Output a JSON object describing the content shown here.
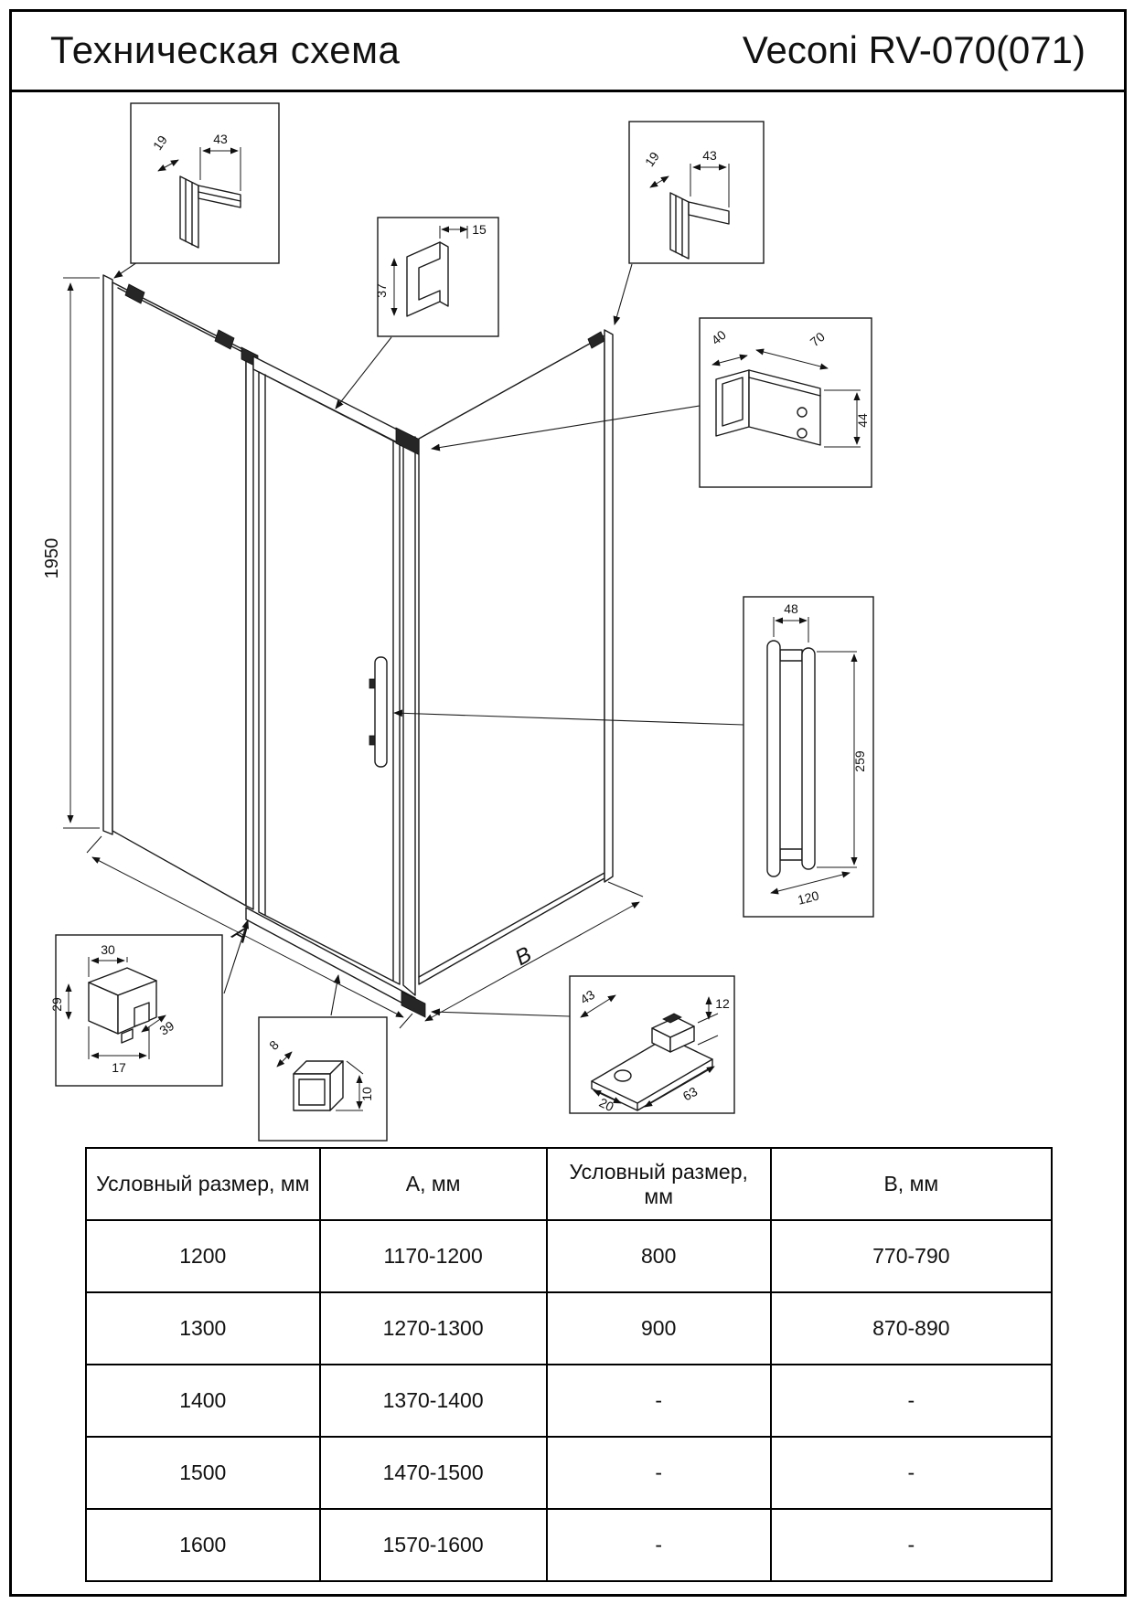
{
  "header": {
    "title": "Техническая схема",
    "model": "Veconi RV-070(071)"
  },
  "colors": {
    "ink": "#1a1a1a",
    "background": "#ffffff"
  },
  "drawing": {
    "overall_height": "1950",
    "width_label_a": "A",
    "depth_label_b": "B",
    "details": {
      "wall_profile_left": {
        "label": "wall profile left",
        "dims": [
          "19",
          "43"
        ]
      },
      "top_bar_profile": {
        "label": "top bar profile",
        "dims": [
          "15",
          "37"
        ]
      },
      "wall_profile_right": {
        "label": "wall profile right",
        "dims": [
          "19",
          "43"
        ]
      },
      "corner_bracket": {
        "label": "corner bracket",
        "dims": [
          "40",
          "70",
          "44"
        ]
      },
      "handle": {
        "label": "door handle",
        "dims": [
          "48",
          "259",
          "120"
        ]
      },
      "corner_block": {
        "label": "corner block",
        "dims": [
          "30",
          "29",
          "39",
          "17"
        ]
      },
      "bottom_profile": {
        "label": "bottom profile",
        "dims": [
          "8",
          "10"
        ]
      },
      "bottom_bracket": {
        "label": "bottom bracket",
        "dims": [
          "43",
          "12",
          "63",
          "20"
        ]
      }
    }
  },
  "table": {
    "headers": [
      "Условный размер, мм",
      "А, мм",
      "Условный размер, мм",
      "В, мм"
    ],
    "rows": [
      [
        "1200",
        "1170-1200",
        "800",
        "770-790"
      ],
      [
        "1300",
        "1270-1300",
        "900",
        "870-890"
      ],
      [
        "1400",
        "1370-1400",
        "-",
        "-"
      ],
      [
        "1500",
        "1470-1500",
        "-",
        "-"
      ],
      [
        "1600",
        "1570-1600",
        "-",
        "-"
      ]
    ]
  }
}
